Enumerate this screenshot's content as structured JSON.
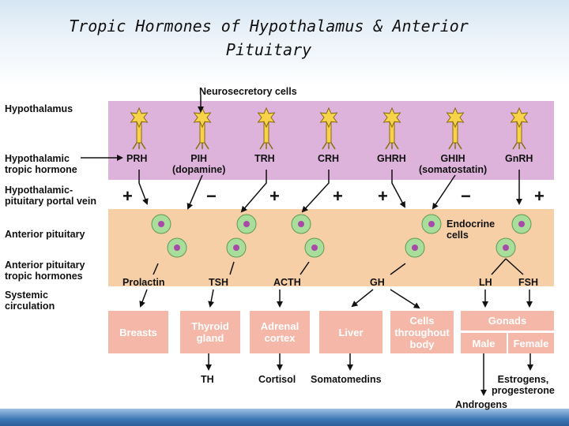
{
  "title": "Tropic Hormones of Hypothalamus & Anterior\nPituitary",
  "labels": {
    "neurosecretory": "Neurosecretory cells",
    "hypothalamus": "Hypothalamus",
    "hypo_tropic": "Hypothalamic\ntropic hormone",
    "portal_vein": "Hypothalamic-\npituitary portal vein",
    "anterior_pituitary": "Anterior pituitary",
    "ant_tropic": "Anterior pituitary\ntropic hormones",
    "systemic": "Systemic\ncirculation",
    "endocrine_cells": "Endocrine\ncells"
  },
  "hypothalamic_hormones": [
    "PRH",
    "PIH\n(dopamine)",
    "TRH",
    "CRH",
    "GHRH",
    "GHIH\n(somatostatin)",
    "GnRH"
  ],
  "signs": [
    "+",
    "−",
    "+",
    "+",
    "+",
    "−",
    "+"
  ],
  "pituitary_hormones": [
    "Prolactin",
    "TSH",
    "ACTH",
    "GH",
    "LH",
    "FSH"
  ],
  "targets": {
    "breasts": "Breasts",
    "thyroid": "Thyroid\ngland",
    "adrenal": "Adrenal\ncortex",
    "liver": "Liver",
    "cells": "Cells\nthroughout\nbody",
    "gonads": "Gonads",
    "male": "Male",
    "female": "Female"
  },
  "products": {
    "th": "TH",
    "cortisol": "Cortisol",
    "somatomedins": "Somatomedins",
    "estrogens": "Estrogens,\nprogesterone",
    "androgens": "Androgens"
  },
  "colors": {
    "hypothalamus_band": "#ddb3db",
    "pituitary_band": "#f6cfa6",
    "target_box": "#f5b7a8",
    "neuron": "#f7d34a",
    "cell": "#a8dd9c",
    "nucleus": "#a84aa8"
  }
}
